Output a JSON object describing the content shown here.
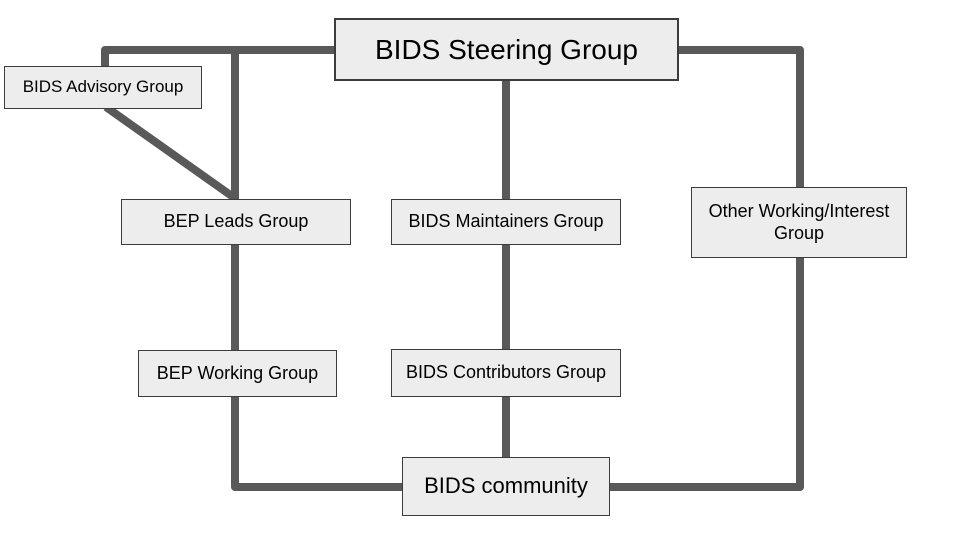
{
  "diagram": {
    "kind": "org-structure-flowchart",
    "colors": {
      "connector": "#595959",
      "box_fill": "#ededed",
      "box_border": "#3c3c3c",
      "text": "#000000",
      "background": "#ffffff"
    },
    "boxes": {
      "steering": {
        "label": "BIDS Steering Group"
      },
      "advisory": {
        "label": "BIDS Advisory Group"
      },
      "bep_leads": {
        "label": "BEP Leads Group"
      },
      "maintainers": {
        "label": "BIDS Maintainers Group"
      },
      "other_working": {
        "label": "Other Working/Interest Group"
      },
      "bep_working": {
        "label": "BEP Working Group"
      },
      "contributors": {
        "label": "BIDS Contributors Group"
      },
      "community": {
        "label": "BIDS community"
      }
    },
    "edges": [
      {
        "from": "steering",
        "to": "advisory"
      },
      {
        "from": "steering",
        "to": "bep_leads"
      },
      {
        "from": "advisory",
        "to": "bep_leads"
      },
      {
        "from": "steering",
        "to": "maintainers"
      },
      {
        "from": "steering",
        "to": "other_working"
      },
      {
        "from": "bep_leads",
        "to": "bep_working"
      },
      {
        "from": "maintainers",
        "to": "contributors"
      },
      {
        "from": "bep_working",
        "to": "community"
      },
      {
        "from": "contributors",
        "to": "community"
      },
      {
        "from": "other_working",
        "to": "community"
      }
    ]
  }
}
